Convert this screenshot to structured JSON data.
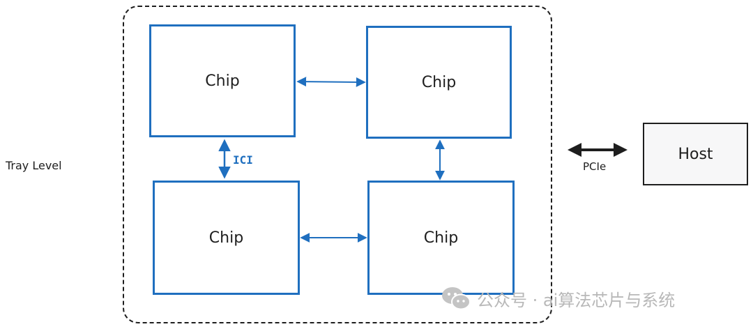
{
  "tray": {
    "label": "Tray Level"
  },
  "chips": [
    {
      "id": "top-left",
      "label": "Chip"
    },
    {
      "id": "top-right",
      "label": "Chip"
    },
    {
      "id": "bottom-left",
      "label": "Chip"
    },
    {
      "id": "bottom-right",
      "label": "Chip"
    }
  ],
  "links": {
    "ici_label": "ICI",
    "pcie_label": "PCIe"
  },
  "host": {
    "label": "Host"
  },
  "watermark": {
    "text": "公众号 · ai算法芯片与系统",
    "icon": "wechat-icon"
  },
  "colors": {
    "chip_border": "#1f6fbf",
    "link": "#1f6fbf",
    "text": "#1e1e1e",
    "host_fill": "#f7f7f8",
    "watermark": "#b8b8b8"
  }
}
